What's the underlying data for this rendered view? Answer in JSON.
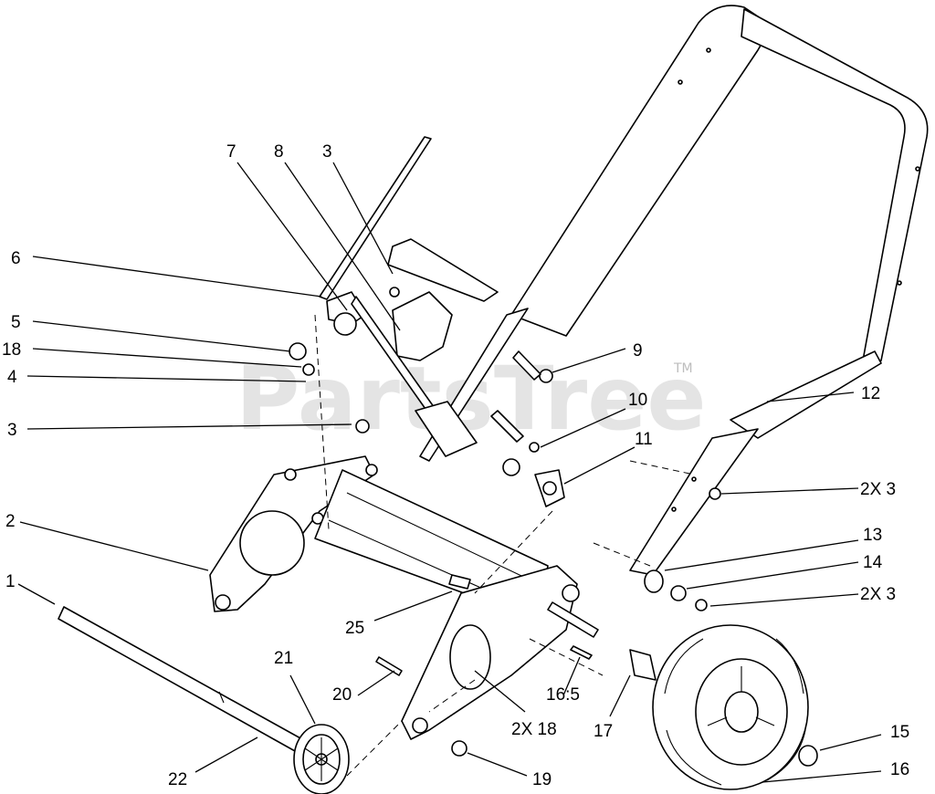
{
  "watermark": {
    "text": "PartsTree",
    "trademark": "TM"
  },
  "callouts": {
    "c1": "1",
    "c2": "2",
    "c3a": "3",
    "c3b": "3",
    "c4": "4",
    "c5": "5",
    "c6": "6",
    "c7": "7",
    "c8": "8",
    "c9": "9",
    "c10": "10",
    "c11": "11",
    "c12": "12",
    "c13": "13",
    "c14": "14",
    "c15": "15",
    "c16": "16",
    "c16_5": "16:5",
    "c17": "17",
    "c18": "18",
    "c2x18": "2X 18",
    "c19": "19",
    "c20": "20",
    "c21": "21",
    "c22": "22",
    "c25": "25",
    "c2x3a": "2X 3",
    "c2x3b": "2X 3"
  }
}
